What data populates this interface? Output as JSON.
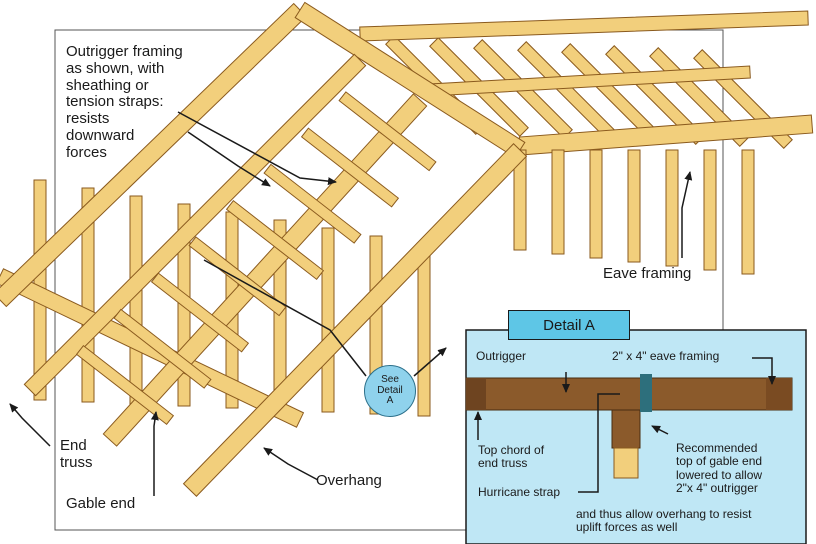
{
  "colors": {
    "wood": "#f2cf7c",
    "wood_dark": "#d9a84a",
    "wood_edge": "#8a5a1e",
    "detail_bg": "#bfe7f5",
    "detail_accent": "#5ec6e6",
    "beam_brown": "#8b5a2b",
    "strap": "#2d6f7c"
  },
  "labels": {
    "outrigger_note": "Outrigger framing\nas shown, with\nsheathing or\ntension straps:\nresists\ndownward\nforces",
    "eave_framing": "Eave framing",
    "end_truss": "End\ntruss",
    "gable_end": "Gable end",
    "overhang": "Overhang",
    "see_detail": "See\nDetail\nA"
  },
  "detail": {
    "title": "Detail A",
    "outrigger": "Outrigger",
    "eave_framing_2x4": "2\" x 4\" eave framing",
    "top_chord": "Top chord of\nend truss",
    "recommended": "Recommended\ntop of gable end\nlowered to allow\n2\"x 4\" outrigger",
    "hurricane_strap": "Hurricane strap",
    "bottom_note": "and thus allow overhang to resist\nuplift forces as well"
  }
}
